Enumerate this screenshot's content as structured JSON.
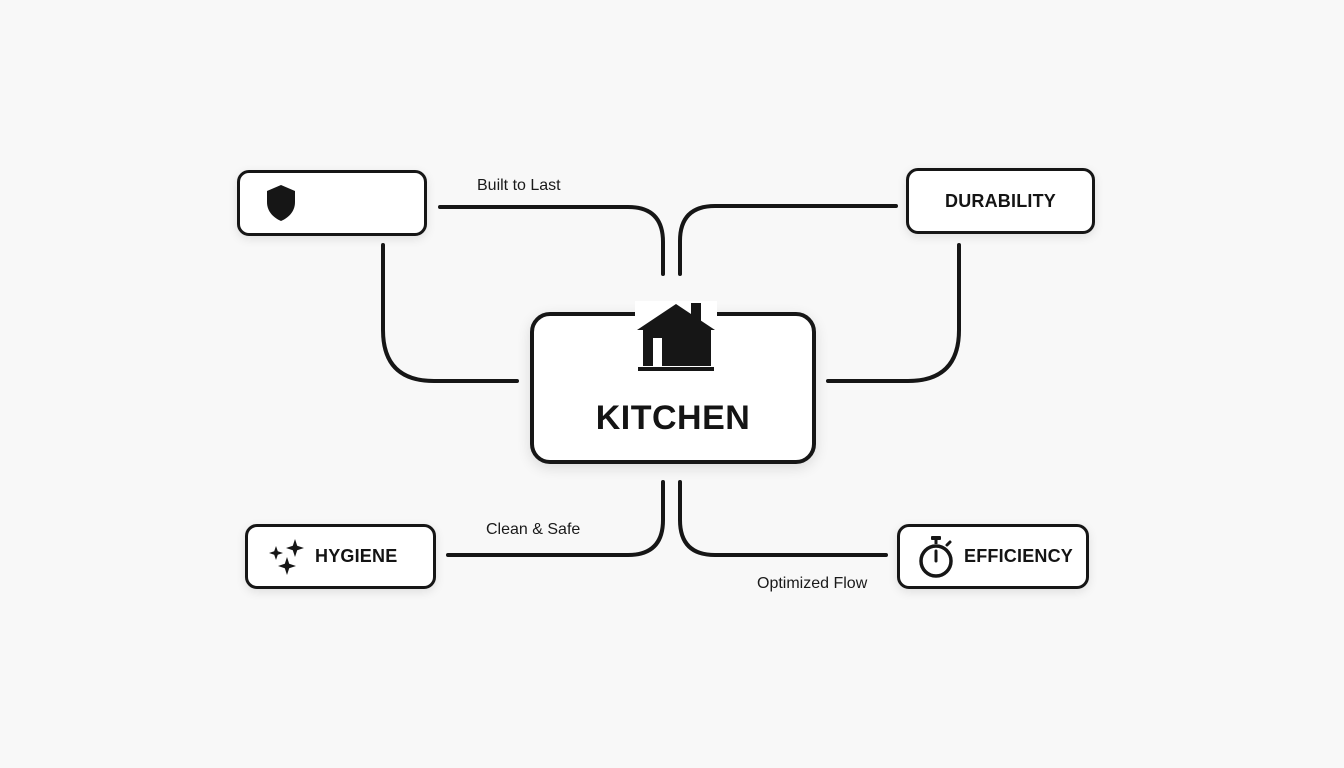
{
  "center": {
    "title": "KITCHEN",
    "icon": "house-icon"
  },
  "nodes": {
    "top_left": {
      "label": "",
      "icon": "shield-icon"
    },
    "top_right": {
      "label": "DURABILITY"
    },
    "bottom_left": {
      "label": "HYGIENE",
      "icon": "sparkles-icon"
    },
    "bottom_right": {
      "label": "EFFICIENCY",
      "icon": "stopwatch-icon"
    }
  },
  "edge_labels": {
    "top_left": "Built to Last",
    "bottom_left": "Clean & Safe",
    "bottom_right": "Optimized Flow"
  },
  "colors": {
    "ink": "#161616",
    "background": "#f8f8f8",
    "box_fill": "#ffffff"
  }
}
